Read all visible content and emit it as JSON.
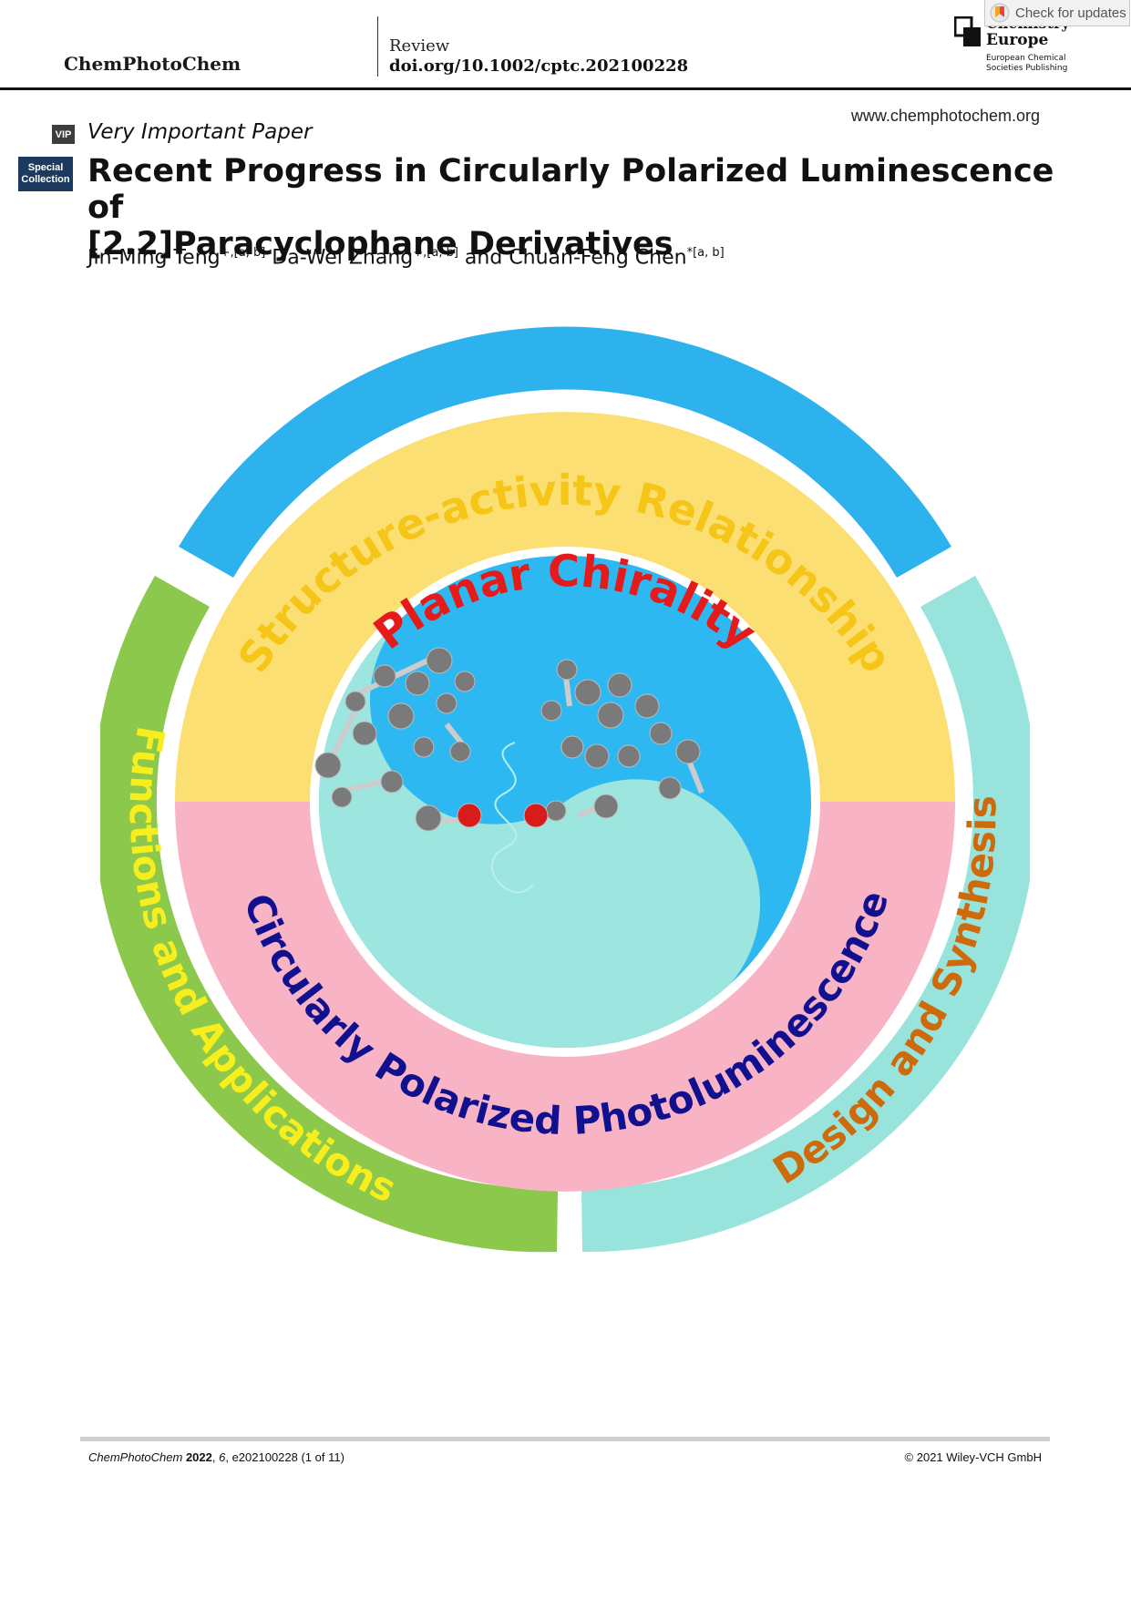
{
  "header": {
    "journal": "ChemPhotoChem",
    "article_type": "Review",
    "doi": "doi.org/10.1002/cptc.202100228",
    "publisher_name_line1": "Chemistry",
    "publisher_name_line2": "Europe",
    "publisher_sub_line1": "European Chemical",
    "publisher_sub_line2": "Societies Publishing",
    "check_updates": "Check for updates",
    "website": "www.chemphotochem.org"
  },
  "badges": {
    "vip": "VIP",
    "vip_label": "Very Important Paper",
    "special_line1": "Special",
    "special_line2": "Collection"
  },
  "article": {
    "title_line1": "Recent Progress in Circularly Polarized Luminescence of",
    "title_line2": "[2.2]Paracyclophane Derivatives",
    "authors": [
      {
        "name": "Jin-Ming Teng",
        "sup": "+,[a, b]"
      },
      {
        "name": "Da-Wei Zhang",
        "sup": "+,[a, b]"
      },
      {
        "name": "Chuan-Feng Chen",
        "sup": "*[a, b]"
      }
    ],
    "author_joiner": "and"
  },
  "graphic": {
    "outer_top": "Structure-activity Relationship",
    "outer_left": "Functions and Applications",
    "outer_right": "Design and Synthesis",
    "ring_top": "Planar Chirality",
    "ring_bottom": "Circularly Polarized Photoluminescence",
    "colors": {
      "outer_top": "#2eb2ee",
      "outer_left": "#8cc84b",
      "outer_right": "#98e3dc",
      "ring_yellow": "#fbdf72",
      "ring_pink": "#f8b3c5",
      "core_light": "#9de6e0",
      "core_blue": "#2eb8f2",
      "text_top_outer": "#f5c518",
      "text_left_outer": "#f7ee1d",
      "text_right_outer": "#cd6a0c",
      "text_planar": "#e51b1b",
      "text_cpl": "#11118f"
    }
  },
  "footer": {
    "citation_journal": "ChemPhotoChem",
    "citation_year": "2022",
    "citation_volume": "6",
    "citation_rest": ", e202100228 (1 of 11)",
    "copyright": "© 2021 Wiley-VCH GmbH"
  }
}
